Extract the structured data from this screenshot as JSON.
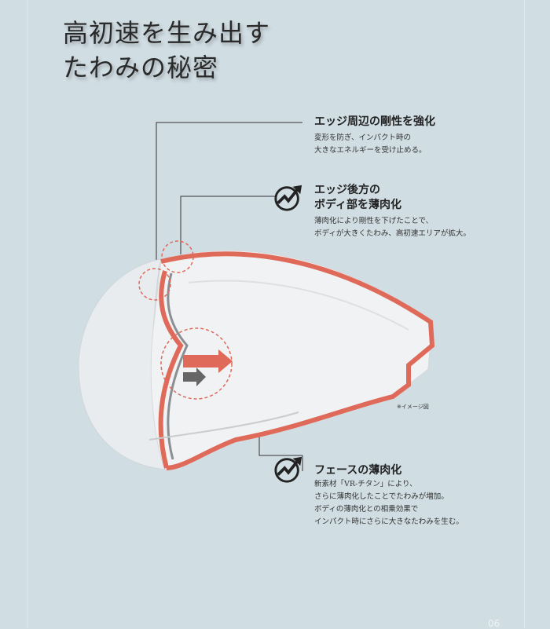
{
  "title": {
    "line1": "高初速を生み出す",
    "line2": "たわみの秘密"
  },
  "callouts": [
    {
      "heading": "エッジ周辺の剛性を強化",
      "body": [
        "変形を防ぎ、インパクト時の",
        "大きなエネルギーを受け止める。"
      ]
    },
    {
      "heading_lines": [
        "エッジ後方の",
        "ボディ部を薄肉化"
      ],
      "body": [
        "薄肉化により剛性を下げたことで、",
        "ボディが大きくたわみ、高初速エリアが拡大。"
      ],
      "icon": "rising-arrow-icon"
    },
    {
      "heading": "フェースの薄肉化",
      "body": [
        "新素材「VR-チタン」により、",
        "さらに薄肉化したことでたわみが増加。",
        "ボディの薄肉化との相乗効果で",
        "インパクト時にさらに大きなたわみを生む。"
      ],
      "icon": "rising-arrow-icon"
    }
  ],
  "note": "※イメージ図",
  "page_number": "06",
  "colors": {
    "background": "#d0dde3",
    "accent": "#e06a5a"
  }
}
